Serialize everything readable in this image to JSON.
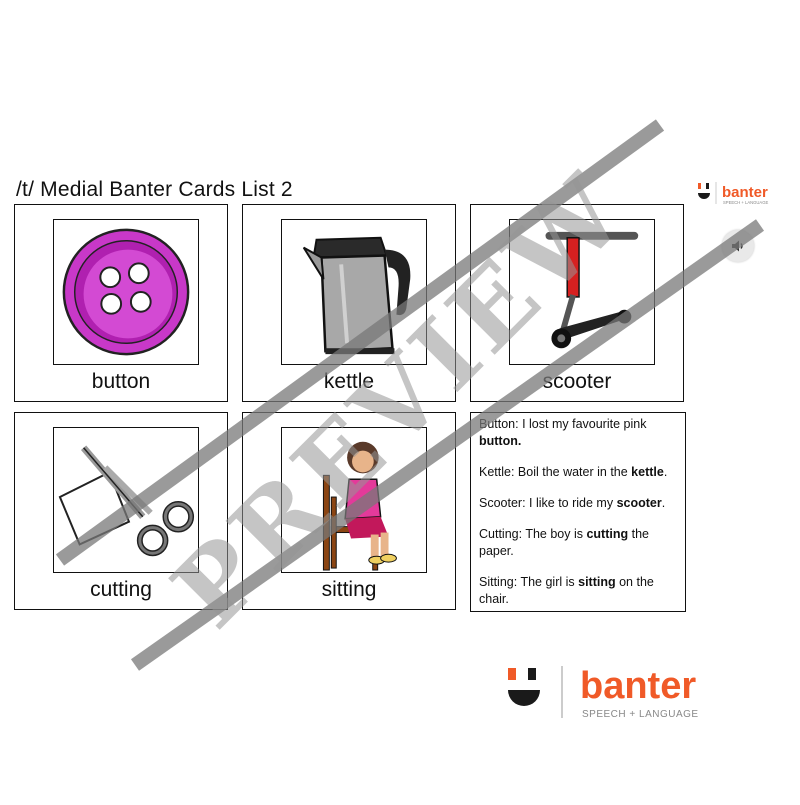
{
  "title": "/t/ Medial Banter Cards List 2",
  "logo": {
    "wordmark": "banter",
    "tagline": "SPEECH + LANGUAGE",
    "brand_color": "#f05a28",
    "dark_color": "#1a1a1a"
  },
  "audio": {
    "icon": "speaker-icon"
  },
  "cards": [
    {
      "word": "button",
      "image": "pink-button"
    },
    {
      "word": "kettle",
      "image": "kettle"
    },
    {
      "word": "scooter",
      "image": "scooter"
    },
    {
      "word": "cutting",
      "image": "scissors-cutting-paper"
    },
    {
      "word": "sitting",
      "image": "girl-sitting-on-chair"
    }
  ],
  "sentences": [
    {
      "word": "Button",
      "before": ": I lost my favourite pink ",
      "target": "button.",
      "after": ""
    },
    {
      "word": "Kettle",
      "before": ": Boil the water in the ",
      "target": "kettle",
      "after": "."
    },
    {
      "word": "Scooter",
      "before": ": I like to ride my ",
      "target": "scooter",
      "after": "."
    },
    {
      "word": "Cutting",
      "before": ": The boy is ",
      "target": "cutting",
      "after": " the paper."
    },
    {
      "word": "Sitting",
      "before": ": The girl is ",
      "target": "sitting",
      "after": " on the chair."
    }
  ],
  "watermark": "PREVIEW"
}
